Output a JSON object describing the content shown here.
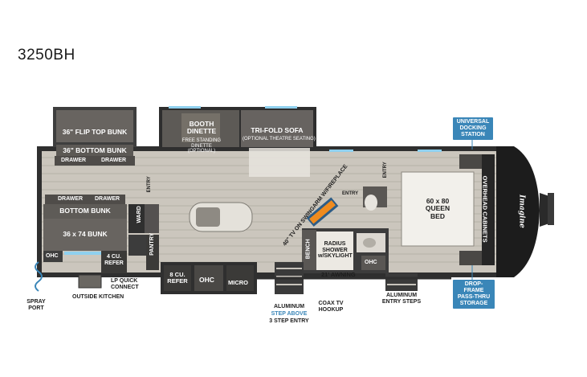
{
  "model": "3250BH",
  "labels": {
    "flip_top_bunk": "36\" FLIP TOP BUNK",
    "bottom_bunk_36": "36\" BOTTOM BUNK",
    "drawer": "DRAWER",
    "bottom_bunk": "BOTTOM BUNK",
    "bunk_36x74": "36 x 74 BUNK",
    "ward": "WARD",
    "pantry": "PANTRY",
    "refer_4cu": "4 CU. REFER",
    "ohc": "OHC",
    "booth_dinette": "BOOTH DINETTE",
    "free_standing_dinette": "FREE STANDING DINETTE (OPTIONAL)",
    "tri_fold_sofa": "TRI-FOLD SOFA",
    "theatre_seating": "(OPTIONAL THEATRE SEATING)",
    "entry": "ENTRY",
    "tv_fireplace": "40\" TV ON SWINGARM W/FIREPLACE",
    "bench": "BENCH",
    "radius_shower": "RADIUS SHOWER w/SKYLIGHT",
    "queen_bed": "60 x 80 QUEEN BED",
    "overhead_cabinets": "OVERHEAD CABINETS",
    "refer_8cu": "8 CU. REFER",
    "micro": "MICRO",
    "awning": "21' AWNING",
    "spray_port": "SPRAY PORT",
    "outside_kitchen": "OUTSIDE KITCHEN",
    "lp_quick_connect": "LP QUICK CONNECT",
    "aluminum": "ALUMINUM",
    "step_above": "STEP ABOVE",
    "three_step_entry": "3 STEP ENTRY",
    "coax_tv_hookup": "COAX TV HOOKUP",
    "aluminum_entry_steps": "ALUMINUM ENTRY STEPS",
    "universal_docking_station": "UNIVERSAL DOCKING STATION",
    "drop_frame_storage": "DROP-FRAME PASS-THRU STORAGE",
    "brand_script": "Imagine"
  },
  "colors": {
    "floor": "#cbc6bd",
    "wall": "#4a4a4a",
    "cabinet": "#5a5754",
    "accent_blue": "#3a86b8",
    "light_accent": "#8fd0ee"
  }
}
